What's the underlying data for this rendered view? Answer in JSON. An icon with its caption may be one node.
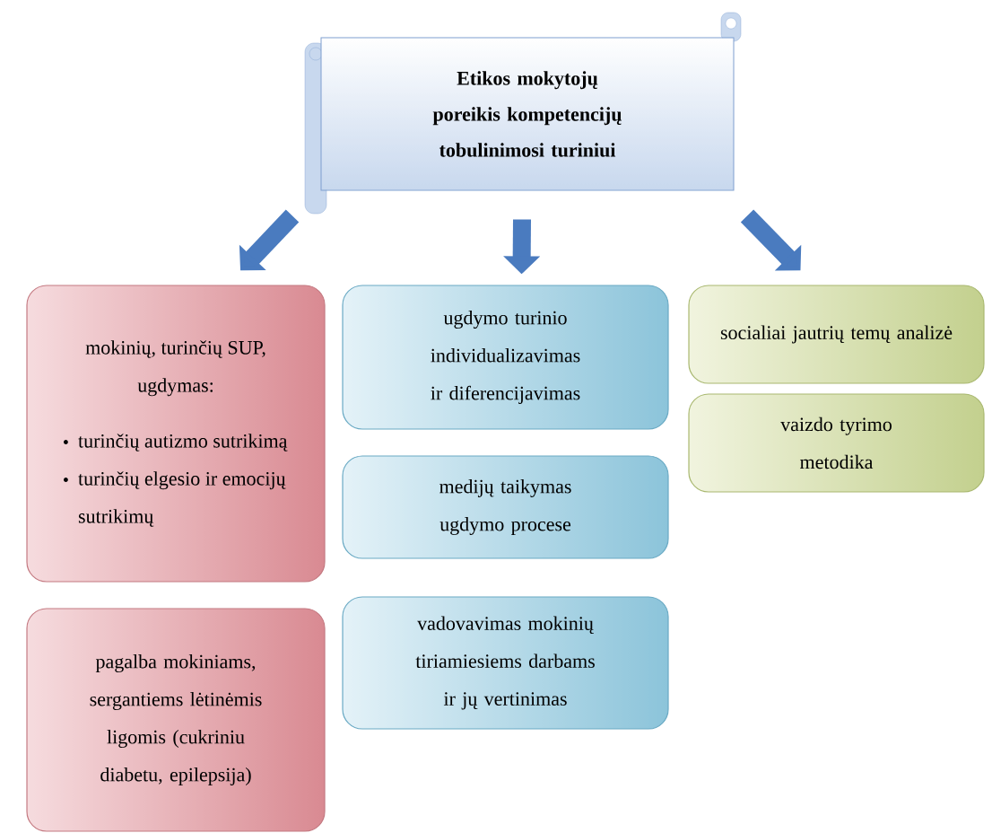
{
  "diagram": {
    "nodes": [
      {
        "text": [
          "Etikos mokytojų poreikis kompetencijų tobulinimosi turiniui"
        ]
      },
      {
        "text": [
          "mokinių, turinčių SUP, ugdymas:",
          "turinčių autizmo sutrikimą",
          "turinčių elgesio ir emocijų sutrikimų"
        ]
      },
      {
        "text": [
          "pagalba mokiniams, sergantiems lėtinėmis ligomis (cukriniu diabetu, epilepsija)"
        ]
      },
      {
        "text": [
          "ugdymo turinio individualizavimas ir diferencijavimas"
        ]
      },
      {
        "text": [
          "medijų taikymas ugdymo procese"
        ]
      },
      {
        "text": [
          "vadovavimas mokinių tiriamiesiems darbams ir jų vertinimas"
        ]
      },
      {
        "text": [
          "socialiai jautrių temų analizė"
        ]
      },
      {
        "text": [
          "vaizdo tyrimo metodika"
        ]
      }
    ],
    "edges": [
      {
        "from": 0,
        "to": 1,
        "arrow": "to"
      },
      {
        "from": 0,
        "to": 3,
        "arrow": "to"
      },
      {
        "from": 0,
        "to": 6,
        "arrow": "to"
      }
    ]
  }
}
